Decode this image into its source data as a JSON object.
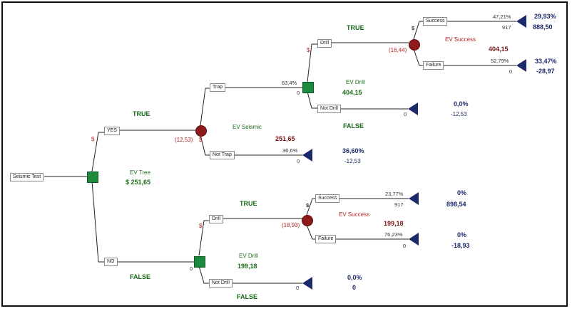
{
  "root": {
    "label": "Seismic Test"
  },
  "decision_root": {
    "ev_label": "EV Tree",
    "ev_value": "$ 251,65"
  },
  "yes_branch": {
    "label": "YES",
    "bool": "TRUE",
    "dollar": "$"
  },
  "no_branch": {
    "label": "NO",
    "bool": "FALSE",
    "zero": "0"
  },
  "chance_seismic": {
    "payoff": "(12,53)",
    "dollar": "$",
    "ev_label": "EV Seismic",
    "ev_value": "251,65"
  },
  "trap": {
    "label": "Trap",
    "prob": "63,4%",
    "zero": "0"
  },
  "not_trap": {
    "label": "Not Trap",
    "prob": "36,6%",
    "zero": "0",
    "pct": "36,60%",
    "value": "-12,53"
  },
  "decision_drill_a": {
    "ev_label": "EV Drill",
    "ev_value": "404,15"
  },
  "drill_a": {
    "label": "Drill",
    "bool": "TRUE",
    "dollar": "$"
  },
  "notdrill_a": {
    "label": "Not Drill",
    "bool": "FALSE",
    "zero": "0",
    "pct": "0,0%",
    "value": "-12,53"
  },
  "chance_success_a": {
    "payoff": "(16,44)",
    "dollar": "$",
    "ev_label": "EV Success",
    "ev_value": "404,15"
  },
  "success_a": {
    "label": "Success",
    "prob": "47,21%",
    "payoff": "917",
    "pct": "29,93%",
    "value": "888,50"
  },
  "failure_a": {
    "label": "Failure",
    "prob": "52,79%",
    "zero": "0",
    "pct": "33,47%",
    "value": "-28,97"
  },
  "decision_drill_b": {
    "ev_label": "EV Drill",
    "ev_value": "199,18"
  },
  "drill_b": {
    "label": "Drill",
    "bool": "TRUE",
    "dollar": "$"
  },
  "notdrill_b": {
    "label": "Not Drill",
    "bool": "FALSE",
    "zero": "0",
    "pct": "0,0%",
    "value": "0"
  },
  "chance_success_b": {
    "payoff": "(18,93)",
    "dollar": "$",
    "ev_label": "EV Success",
    "ev_value": "199,18"
  },
  "success_b": {
    "label": "Success",
    "prob": "23,77%",
    "payoff": "917",
    "pct": "0%",
    "value": "898,54"
  },
  "failure_b": {
    "label": "Failure",
    "prob": "76,23%",
    "zero": "0",
    "pct": "0%",
    "value": "-18,93"
  },
  "colors": {
    "decision": "#1e8a3e",
    "chance": "#8e1a1a",
    "terminal": "#1c2a6a",
    "true_false": "#1a6b1a"
  }
}
